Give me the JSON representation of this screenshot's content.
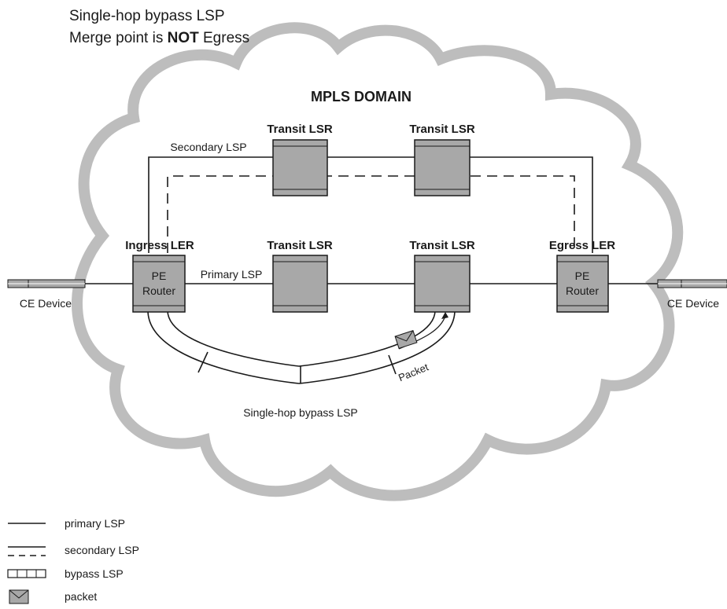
{
  "header": {
    "line1": "Single-hop bypass LSP",
    "line2_pre": "Merge point is ",
    "line2_bold": "NOT",
    "line2_post": " Egress"
  },
  "domain_title": "MPLS DOMAIN",
  "nodes": {
    "transit_top_1": "Transit LSR",
    "transit_top_2": "Transit LSR",
    "ingress_title": "Ingress LER",
    "ingress_body": [
      "PE",
      "Router"
    ],
    "transit_mid_1": "Transit LSR",
    "transit_mid_2": "Transit LSR",
    "egress_title": "Egress LER",
    "egress_body": [
      "PE",
      "Router"
    ],
    "ce_left": "CE Device",
    "ce_right": "CE Device"
  },
  "link_labels": {
    "secondary": "Secondary LSP",
    "primary": "Primary LSP",
    "bypass": "Single-hop bypass LSP",
    "packet": "Packet"
  },
  "legend": [
    {
      "icon": "solid-line-icon",
      "label": "primary LSP"
    },
    {
      "icon": "dashed-line-icon",
      "label": "secondary LSP"
    },
    {
      "icon": "bypass-bar-icon",
      "label": "bypass LSP"
    },
    {
      "icon": "envelope-icon",
      "label": "packet"
    }
  ],
  "colors": {
    "cloud_fill": "#ffffff",
    "cloud_outline": "#bdbdbd",
    "router_fill": "#a8a8a8",
    "line": "#1a1a1a"
  }
}
